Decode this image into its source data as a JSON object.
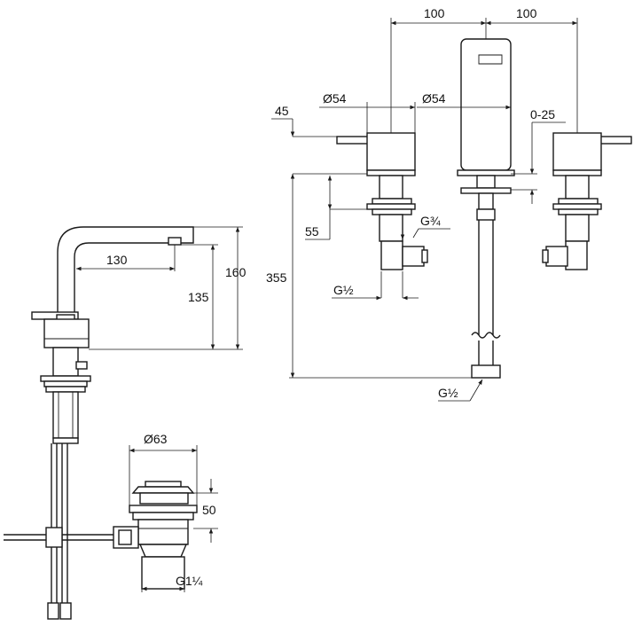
{
  "dimensions": {
    "spacing_left": "100",
    "spacing_right": "100",
    "handle_diameter": "Ø54",
    "spout_diameter": "Ø54",
    "handle_height": "45",
    "adjust_range": "0-25",
    "deck_thickness": "55",
    "thread_g34": "G¾",
    "thread_g12_upper": "G½",
    "total_height": "355",
    "thread_g12_lower": "G½",
    "spout_reach": "130",
    "spout_height_135": "135",
    "spout_height_160": "160",
    "waste_diameter": "Ø63",
    "waste_height": "50",
    "waste_thread": "G1¼"
  }
}
